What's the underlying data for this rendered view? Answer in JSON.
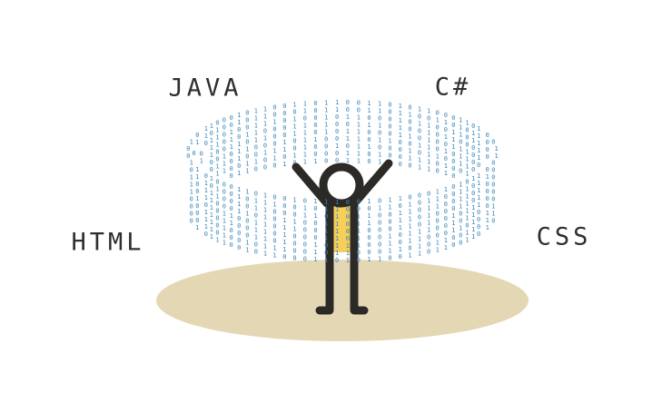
{
  "labels": {
    "java": "JAVA",
    "csharp": "C#",
    "html": "HTML",
    "css": "CSS"
  },
  "binary_pattern": "1001101011000110100111010010110001011001101",
  "colors": {
    "ground": "#e4d8b4",
    "figure": "#2b2a27",
    "shirt": "#f5cf5a",
    "binary": "#3a86b8",
    "text": "#2f2f2f"
  }
}
